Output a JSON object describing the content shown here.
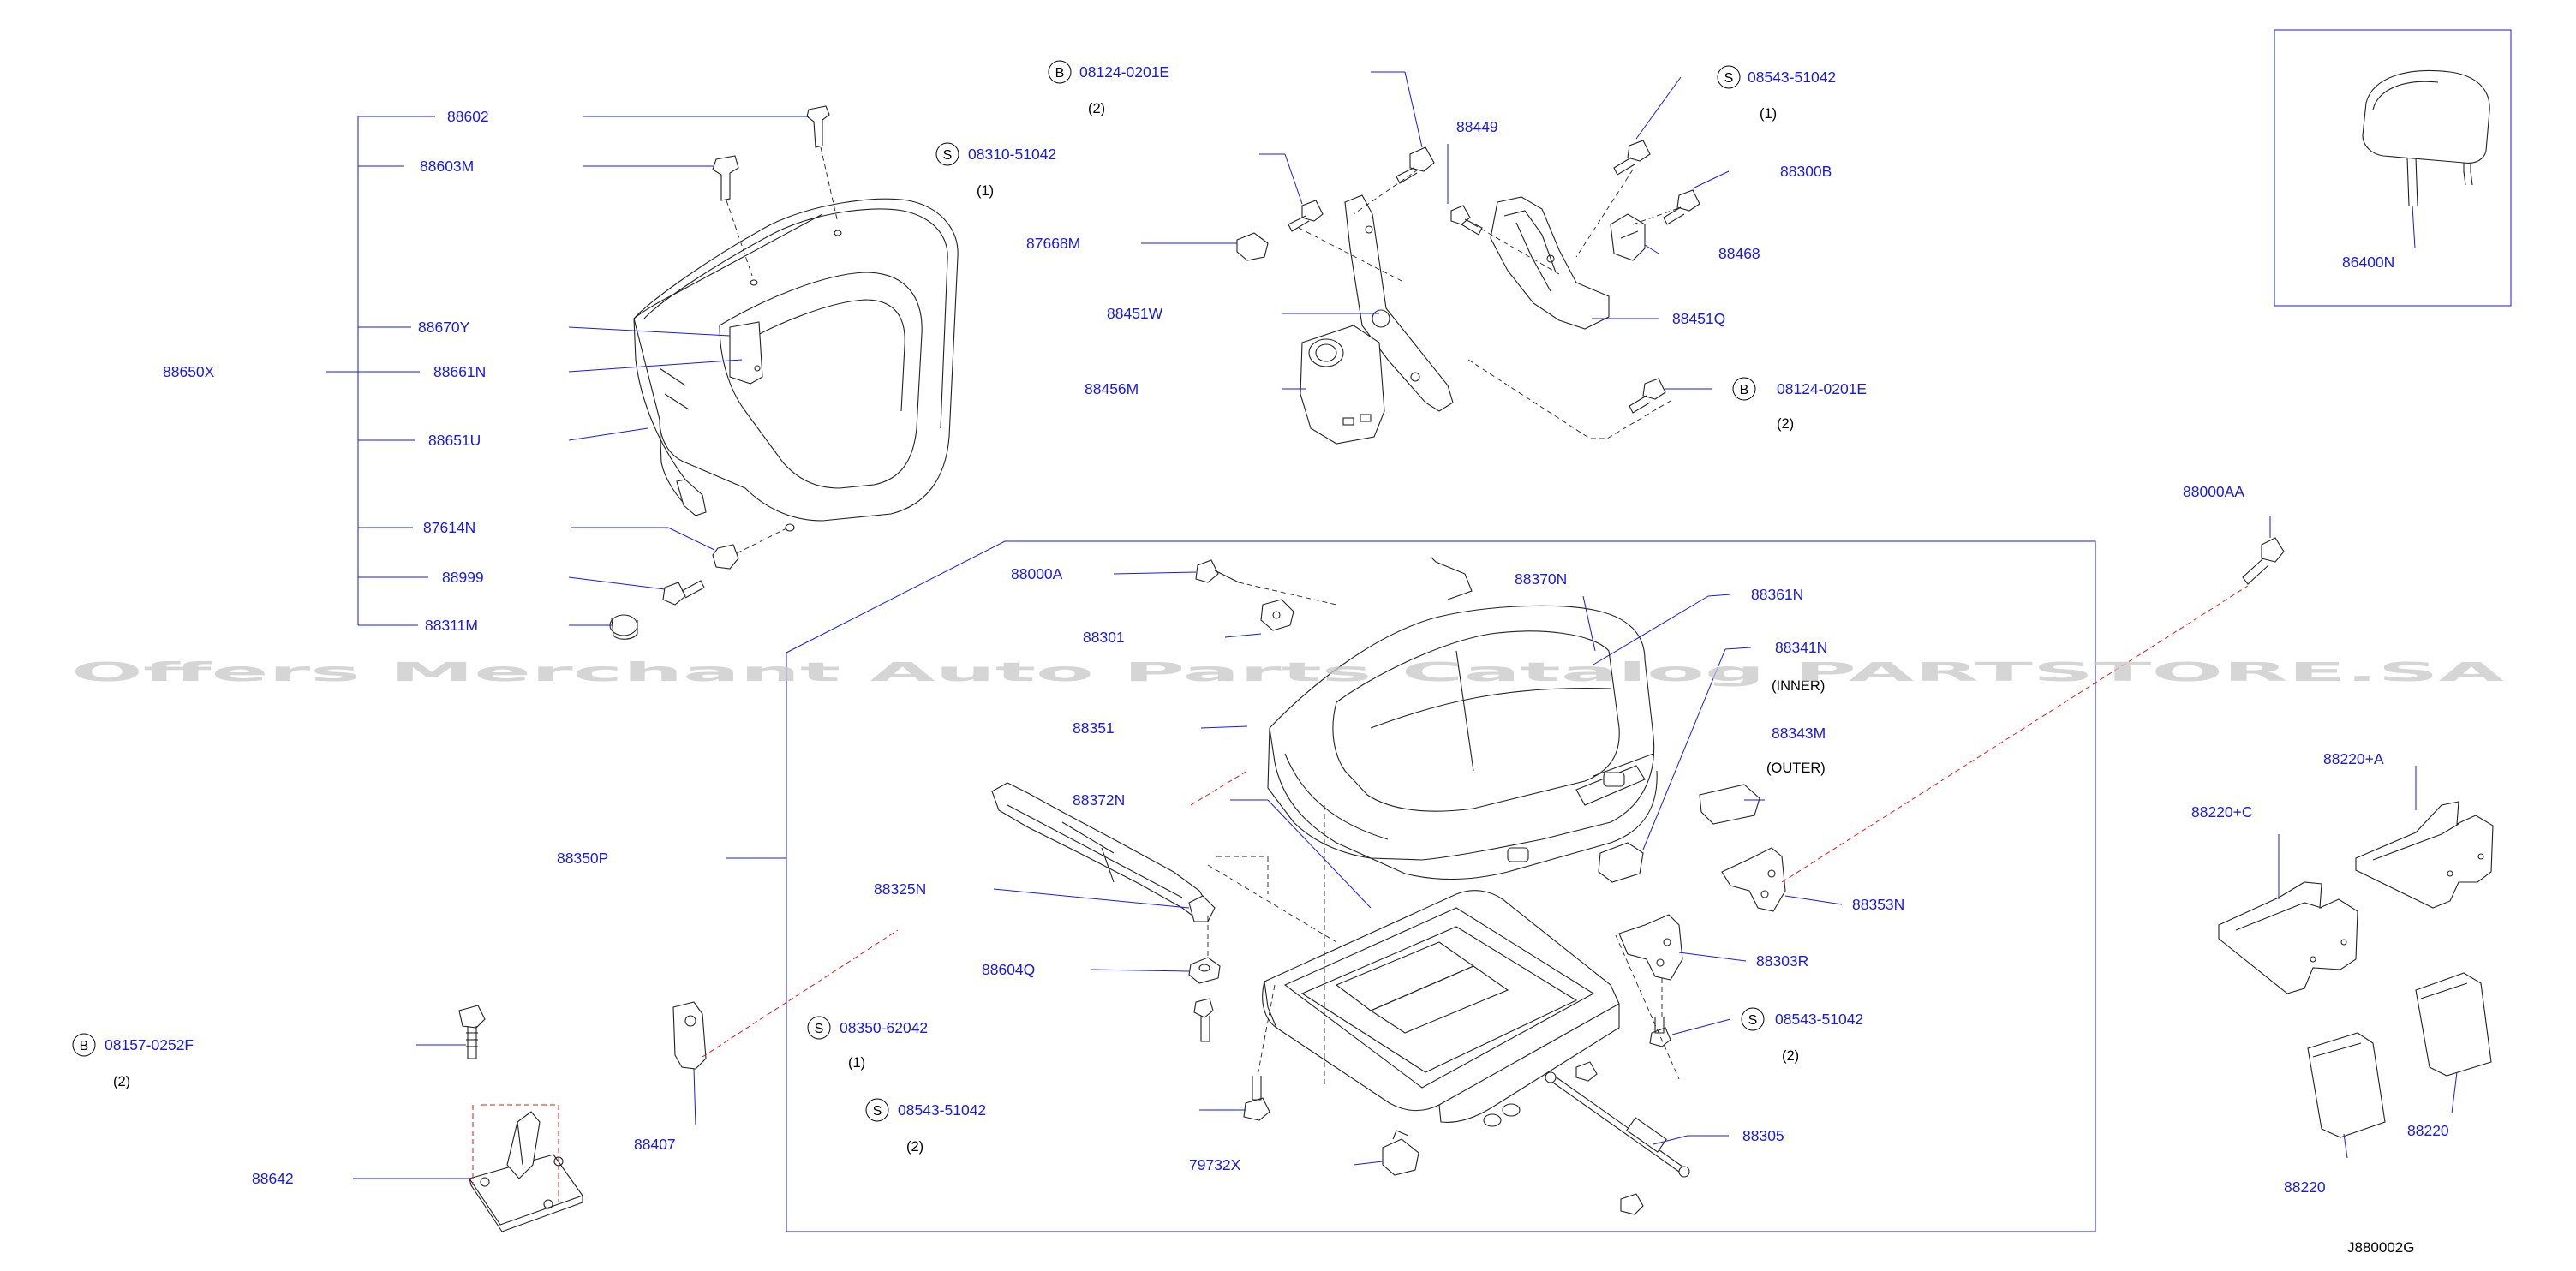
{
  "diagram": {
    "parts": {
      "p88602": "88602",
      "p88603M": "88603M",
      "p88670Y": "88670Y",
      "p88650X": "88650X",
      "p88661N": "88661N",
      "p88651U": "88651U",
      "p87614N": "87614N",
      "p88999": "88999",
      "p88311M": "88311M",
      "p08124_top": "08124-0201E",
      "p08310": "08310-51042",
      "p87668M": "87668M",
      "p88451W": "88451W",
      "p88456M": "88456M",
      "p88449": "88449",
      "p08543_top": "08543-51042",
      "p88300B": "88300B",
      "p88468": "88468",
      "p88451Q": "88451Q",
      "p08124_mid": "08124-0201E",
      "p86400N": "86400N",
      "p88000AA": "88000AA",
      "p88000A": "88000A",
      "p88370N": "88370N",
      "p88361N": "88361N",
      "p88341N": "88341N",
      "p88301": "88301",
      "p88351": "88351",
      "p88343M": "88343M",
      "p88372N": "88372N",
      "p88350P": "88350P",
      "p88325N": "88325N",
      "p88353N": "88353N",
      "p88604Q": "88604Q",
      "p88303R": "88303R",
      "p08350": "08350-62042",
      "p08543_mid": "08543-51042",
      "p08543_low": "08543-51042",
      "p88305": "88305",
      "p79732X": "79732X",
      "p08157": "08157-0252F",
      "p88642": "88642",
      "p88407": "88407",
      "p88220A": "88220+A",
      "p88220C": "88220+C",
      "p88220_a": "88220",
      "p88220_b": "88220"
    },
    "quantities": {
      "q08124_top": "(2)",
      "q08310": "(1)",
      "q08543_top": "(1)",
      "q08124_mid": "(2)",
      "q08350": "(1)",
      "q08543_mid": "(2)",
      "q08543_low": "(2)",
      "q08157": "(2)"
    },
    "notes": {
      "inner": "(INNER)",
      "outer": "(OUTER)"
    },
    "fastener_letters": {
      "b": "B",
      "s": "S"
    },
    "reference": "J880002G",
    "watermark": "Offers Merchant Auto Parts Catalog PARTSTORE.SA"
  },
  "colors": {
    "label": "#1a1adb",
    "leader": "#1a1adb",
    "hidden_line": "#e01818",
    "drawing": "#222222"
  }
}
